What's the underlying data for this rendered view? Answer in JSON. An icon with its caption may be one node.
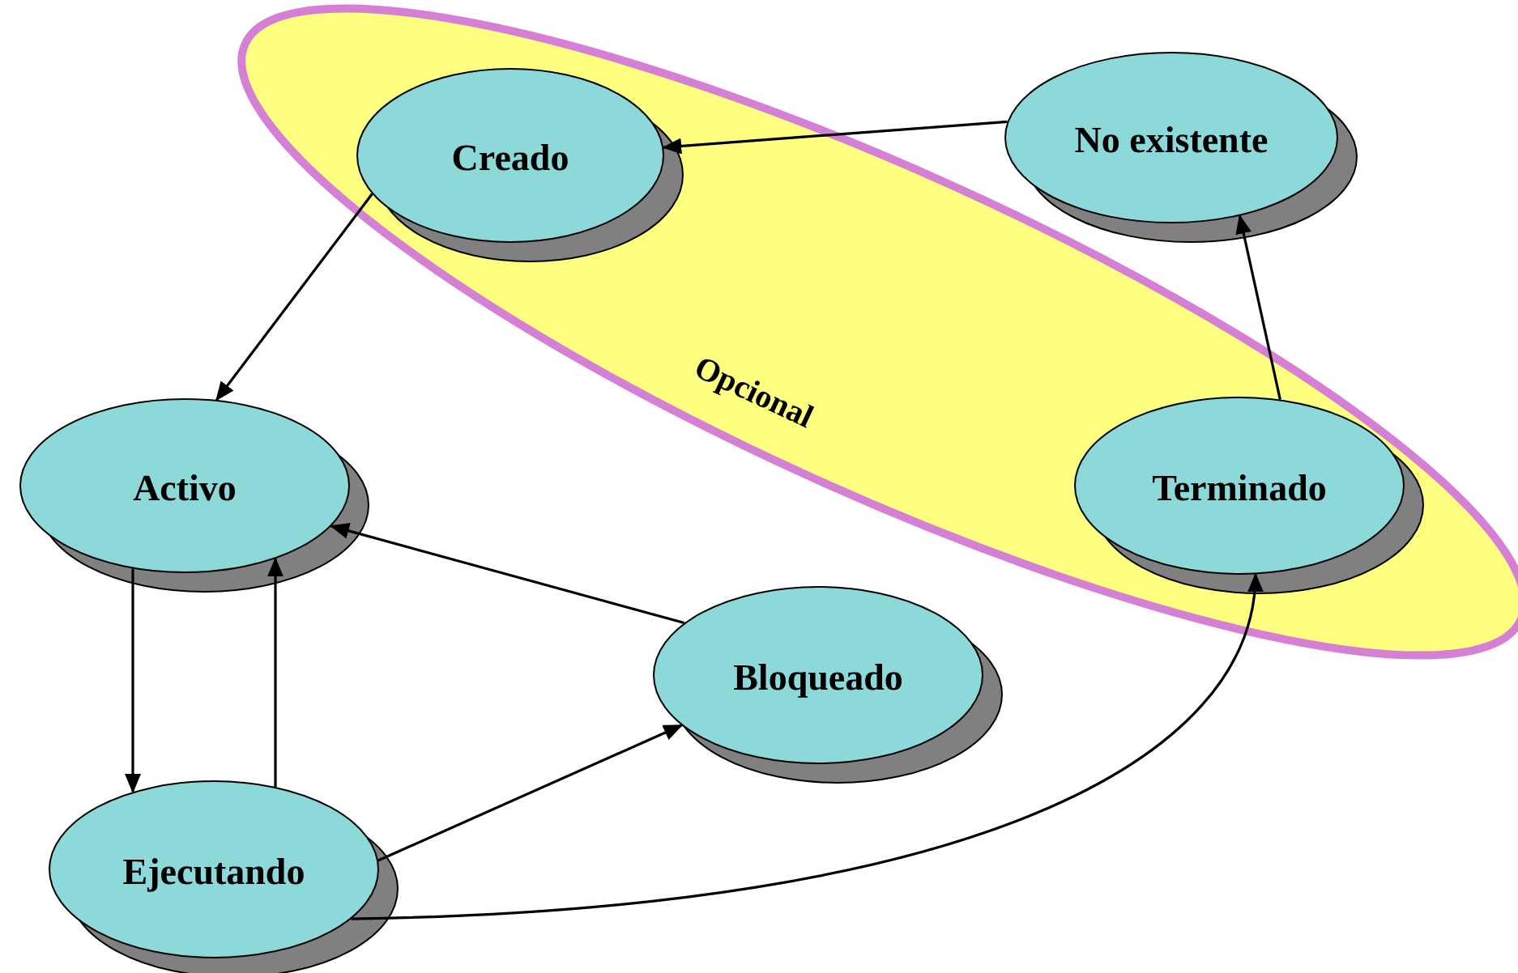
{
  "diagram": {
    "nodes": [
      {
        "text": [
          "Opcional"
        ]
      },
      {
        "text": [
          "Creado"
        ],
        "in": 0
      },
      {
        "text": [
          "No existente"
        ]
      },
      {
        "text": [
          "Activo"
        ]
      },
      {
        "text": [
          "Terminado"
        ],
        "in": 0
      },
      {
        "text": [
          "Bloqueado"
        ]
      },
      {
        "text": [
          "Ejecutando"
        ]
      }
    ],
    "edges": [
      {
        "from": 2,
        "to": 1,
        "arrow": "to"
      },
      {
        "from": 1,
        "to": 3,
        "arrow": "to"
      },
      {
        "from": 3,
        "to": 6,
        "arrow": "to"
      },
      {
        "from": 6,
        "to": 3,
        "arrow": "to"
      },
      {
        "from": 5,
        "to": 3,
        "arrow": "to"
      },
      {
        "from": 6,
        "to": 5,
        "arrow": "to"
      },
      {
        "from": 6,
        "to": 4,
        "arrow": "to"
      },
      {
        "from": 4,
        "to": 2,
        "arrow": "to"
      }
    ]
  }
}
